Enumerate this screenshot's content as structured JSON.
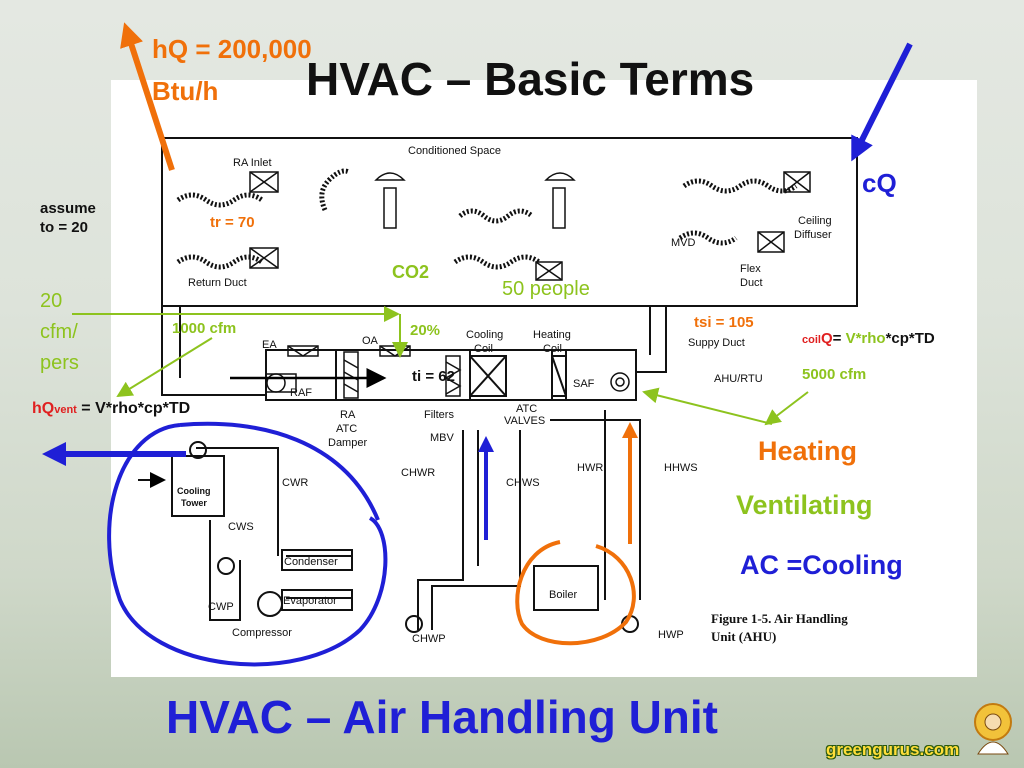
{
  "slide": {
    "title": "HVAC – Basic Terms",
    "bottom_title": "HVAC – Air Handling Unit",
    "colors": {
      "title_blue": "#1f1fd6",
      "orange": "#f0700a",
      "green": "#8dc31e",
      "red": "#e02020"
    }
  },
  "annotations": {
    "hq_line1": "hQ = 200,000",
    "hq_line2": "Btu/h",
    "cq": "cQ",
    "assume_line1": "assume",
    "assume_line2": "to = 20",
    "cfm_line1": "20",
    "cfm_line2": "cfm/",
    "cfm_line3": "pers",
    "hqvent_h": "hQ",
    "hqvent_sub": "vent",
    "hqvent_rest": " = V*rho*cp*TD",
    "tr": "tr = 70",
    "co2": "CO2",
    "people": "50 people",
    "cfm1000": "1000 cfm",
    "pct": "20%",
    "tsi": "tsi = 105",
    "ti": "ti = 62",
    "coilq_sub": "coil",
    "coilq_q": "Q",
    "coilq_eq": "= ",
    "coilq_vrho": "V*rho",
    "coilq_rest": "*cp*TD",
    "cfm5000": "5000 cfm",
    "heating": "Heating",
    "ventilating": "Ventilating",
    "ac": "AC =Cooling",
    "watermark": "greengurus.com"
  },
  "diagram": {
    "conditioned_space": "Conditioned Space",
    "ra_inlet": "RA Inlet",
    "return_duct": "Return Duct",
    "ceiling_diffuser_1": "Ceiling",
    "ceiling_diffuser_2": "Diffuser",
    "mvd": "MVD",
    "flex_duct_1": "Flex",
    "flex_duct_2": "Duct",
    "supply_duct": "Suppy Duct",
    "ea": "EA",
    "oa": "OA",
    "cooling_coil_1": "Cooling",
    "cooling_coil_2": "Coil",
    "heating_coil_1": "Heating",
    "heating_coil_2": "Coil",
    "raf": "RAF",
    "saf": "SAF",
    "ahu_rtu": "AHU/RTU",
    "ra_damper_1": "RA",
    "ra_damper_2": "ATC",
    "ra_damper_3": "Damper",
    "filters": "Filters",
    "mbv": "MBV",
    "atc_valves_1": "ATC",
    "atc_valves_2": "VALVES",
    "chwr": "CHWR",
    "chws": "CHWS",
    "hwr": "HWR",
    "hhws": "HHWS",
    "cwr": "CWR",
    "cws": "CWS",
    "cwp": "CWP",
    "chwp": "CHWP",
    "hwp": "HWP",
    "cooling_tower_1": "Cooling",
    "cooling_tower_2": "Tower",
    "condenser": "Condenser",
    "evaporator": "Evaporator",
    "compressor": "Compressor",
    "boiler": "Boiler",
    "caption_line1": "Figure 1-5. Air Handling",
    "caption_line2": "Unit (AHU)"
  }
}
